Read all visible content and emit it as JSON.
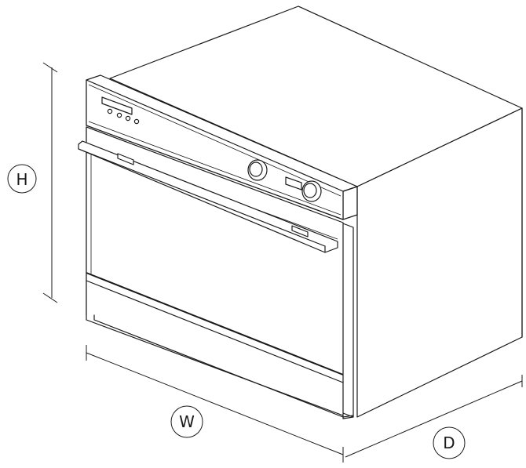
{
  "dimensions": {
    "height_label": "H",
    "width_label": "W",
    "depth_label": "D"
  },
  "colors": {
    "line": "#1a1a1a",
    "background": "#ffffff"
  }
}
